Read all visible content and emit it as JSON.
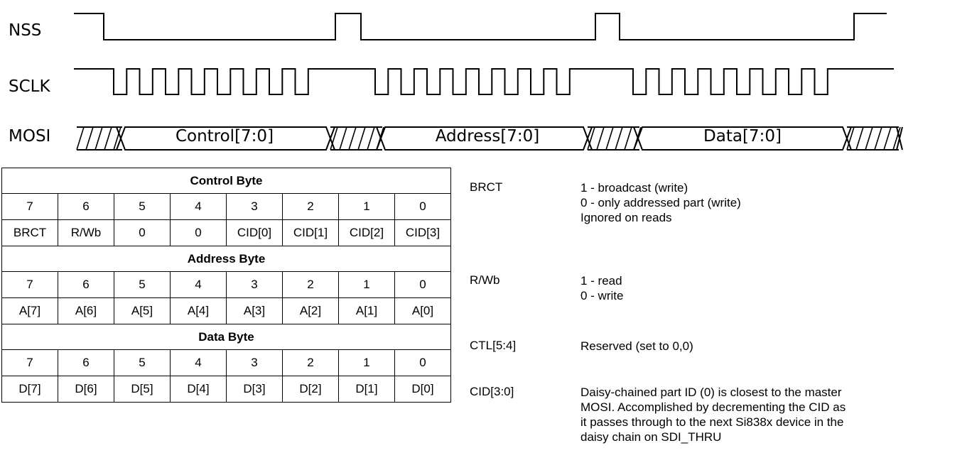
{
  "signals": {
    "nss": "NSS",
    "sclk": "SCLK",
    "mosi": "MOSI"
  },
  "bus_fields": [
    "Control[7:0]",
    "Address[7:0]",
    "Data[7:0]"
  ],
  "table": {
    "control": {
      "title": "Control Byte",
      "bits": [
        "7",
        "6",
        "5",
        "4",
        "3",
        "2",
        "1",
        "0"
      ],
      "fields": [
        "BRCT",
        "R/Wb",
        "0",
        "0",
        "CID[0]",
        "CID[1]",
        "CID[2]",
        "CID[3]"
      ]
    },
    "address": {
      "title": "Address Byte",
      "bits": [
        "7",
        "6",
        "5",
        "4",
        "3",
        "2",
        "1",
        "0"
      ],
      "fields": [
        "A[7]",
        "A[6]",
        "A[5]",
        "A[4]",
        "A[3]",
        "A[2]",
        "A[1]",
        "A[0]"
      ]
    },
    "data": {
      "title": "Data Byte",
      "bits": [
        "7",
        "6",
        "5",
        "4",
        "3",
        "2",
        "1",
        "0"
      ],
      "fields": [
        "D[7]",
        "D[6]",
        "D[5]",
        "D[4]",
        "D[3]",
        "D[2]",
        "D[1]",
        "D[0]"
      ]
    }
  },
  "definitions": [
    {
      "term": "BRCT",
      "lines": [
        "1 - broadcast (write)",
        "0 - only addressed part (write)",
        "Ignored on reads"
      ]
    },
    {
      "term": "R/Wb",
      "lines": [
        "1 - read",
        "0 - write"
      ]
    },
    {
      "term": "CTL[5:4]",
      "lines": [
        "Reserved (set to 0,0)"
      ]
    },
    {
      "term": "CID[3:0]",
      "lines": [
        "Daisy-chained part ID (0) is closest to the master",
        "MOSI. Accomplished by decrementing the CID as",
        "it passes through to the next Si838x device in the",
        "daisy chain on SDI_THRU"
      ]
    }
  ]
}
